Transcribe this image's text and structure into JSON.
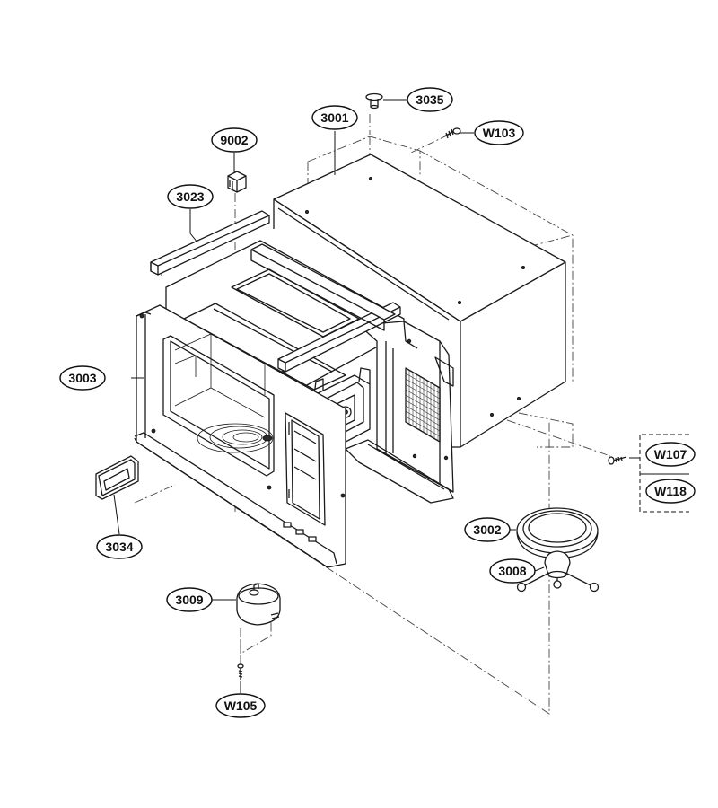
{
  "callouts": [
    {
      "id": "3035"
    },
    {
      "id": "3001"
    },
    {
      "id": "W103"
    },
    {
      "id": "9002"
    },
    {
      "id": "3023"
    },
    {
      "id": "3003"
    },
    {
      "id": "W107"
    },
    {
      "id": "W118"
    },
    {
      "id": "3002"
    },
    {
      "id": "3008"
    },
    {
      "id": "3034"
    },
    {
      "id": "3009"
    },
    {
      "id": "W105"
    }
  ]
}
